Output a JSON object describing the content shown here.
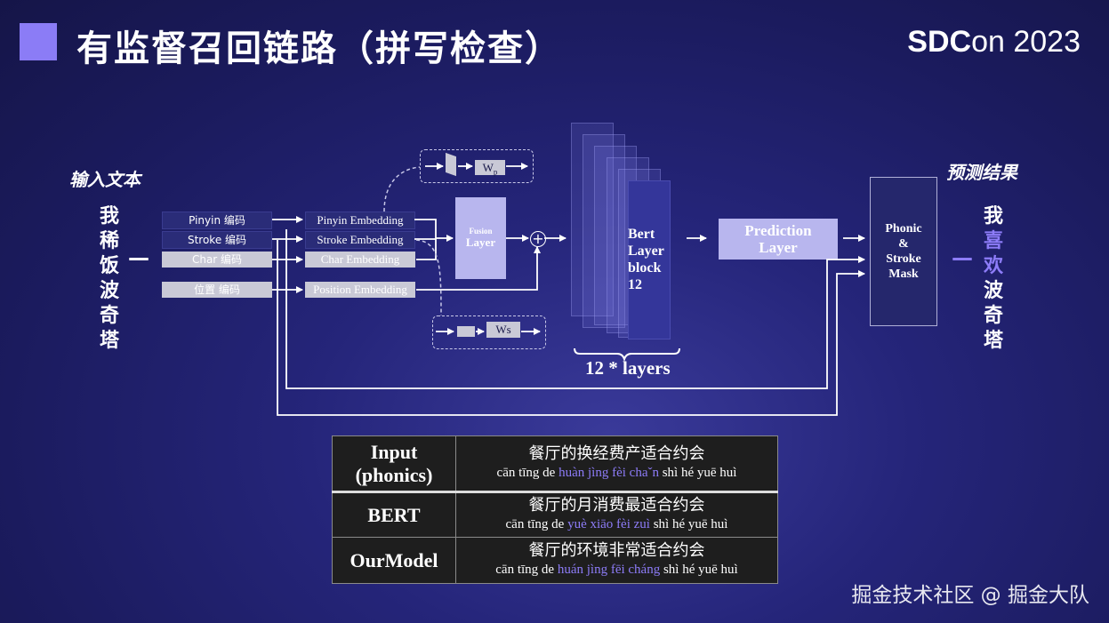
{
  "title": "有监督召回链路（拼写检查）",
  "conference": {
    "bold": "SDC",
    "rest": "on 2023"
  },
  "input_label": "输入文本",
  "output_label": "预测结果",
  "input_chars": [
    "我",
    "稀",
    "饭",
    "波",
    "奇",
    "塔"
  ],
  "output_chars": [
    "我",
    "喜",
    "欢",
    "波",
    "奇",
    "塔"
  ],
  "dash_glyph": "—",
  "encodings": [
    "Pinyin 编码",
    "Stroke 编码",
    "Char 编码",
    "位置 编码"
  ],
  "embeddings": [
    "Pinyin Embedding",
    "Stroke Embedding",
    "Char Embedding",
    "Position Embedding"
  ],
  "fusion": {
    "line1": "Fusion",
    "line2": "Layer"
  },
  "plus_sign": "⊕",
  "wp_label": "Wp",
  "ws_label": "Ws",
  "bert": {
    "line1": "Bert",
    "line2": "Layer",
    "line3": "block",
    "line4": "12"
  },
  "layers_label": "12 * layers",
  "prediction": {
    "line1": "Prediction",
    "line2": "Layer"
  },
  "mask": {
    "line1": "Phonic",
    "line2": "&",
    "line3": "Stroke",
    "line4": "Mask"
  },
  "table": {
    "rows": [
      {
        "head": "Input\n(phonics)",
        "cn": "餐厅的换经费产适合约会",
        "py_pre": "cān tīng de ",
        "py_hl": "huàn jìng fèi chaˇn",
        "py_post": " shì hé yuē huì"
      },
      {
        "head": "BERT",
        "cn": "餐厅的月消费最适合约会",
        "py_pre": "cān tīng de ",
        "py_hl": "yuè xiāo fèi zuì",
        "py_post": " shì hé yuē huì"
      },
      {
        "head": "OurModel",
        "cn": "餐厅的环境非常适合约会",
        "py_pre": "cān tīng de ",
        "py_hl": "huán jìng fēi cháng",
        "py_post": " shì hé yuē huì"
      }
    ]
  },
  "watermark": "掘金技术社区 @ 掘金大队",
  "colors": {
    "accent": "#8b7cf6",
    "highlight": "#8d7cf8",
    "box_light": "#c9c9d6",
    "box_dark": "#2a2c78",
    "background": "#1b1b5e"
  }
}
